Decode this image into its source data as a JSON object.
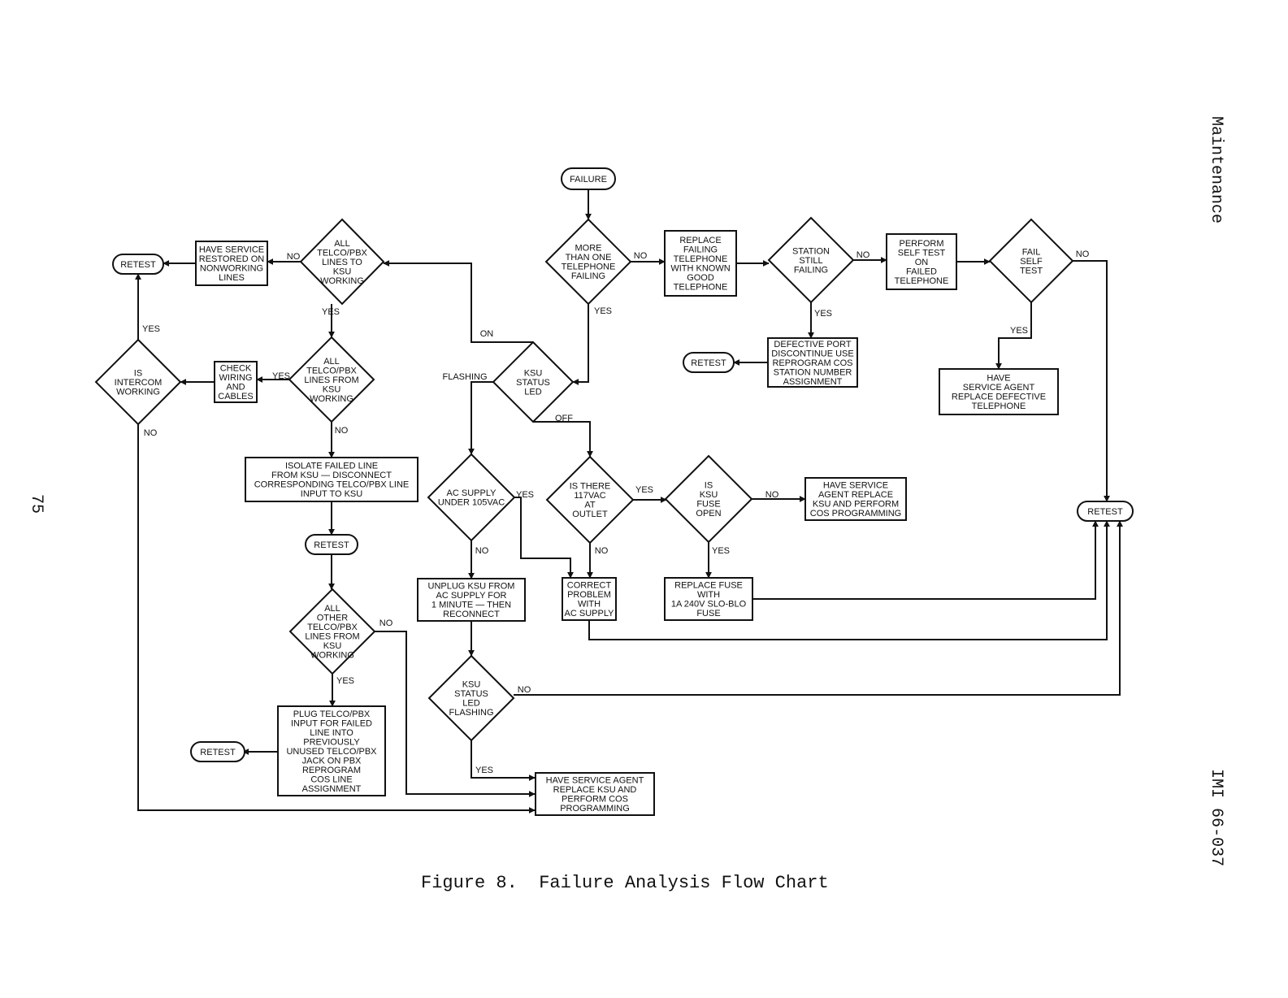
{
  "page": {
    "caption": "Figure 8.  Failure Analysis Flow Chart",
    "page_number": "75",
    "side_section": "Maintenance",
    "side_doc": "IMI 66-037"
  },
  "nodes": {
    "failure": [
      "FAILURE"
    ],
    "more_than_one": [
      "MORE",
      "THAN ONE",
      "TELEPHONE",
      "FAILING"
    ],
    "replace_failing": [
      "REPLACE",
      "FAILING",
      "TELEPHONE",
      "WITH KNOWN",
      "GOOD",
      "TELEPHONE"
    ],
    "station_still": [
      "STATION",
      "STILL",
      "FAILING"
    ],
    "perform_self_test": [
      "PERFORM",
      "SELF TEST",
      "ON",
      "FAILED",
      "TELEPHONE"
    ],
    "fail_self_test": [
      "FAIL",
      "SELF",
      "TEST"
    ],
    "defective_port": [
      "DEFECTIVE PORT",
      "DISCONTINUE USE",
      "REPROGRAM COS",
      "STATION NUMBER",
      "ASSIGNMENT"
    ],
    "retest_port": [
      "RETEST"
    ],
    "have_agent_phone": [
      "HAVE",
      "SERVICE AGENT",
      "REPLACE DEFECTIVE",
      "TELEPHONE"
    ],
    "retest_right": [
      "RETEST"
    ],
    "ksu_status_led": [
      "KSU",
      "STATUS",
      "LED"
    ],
    "all_lines_to": [
      "ALL",
      "TELCO/PBX",
      "LINES TO",
      "KSU",
      "WORKING"
    ],
    "have_service_restored": [
      "HAVE SERVICE",
      "RESTORED ON",
      "NONWORKING",
      "LINES"
    ],
    "retest_topleft": [
      "RETEST"
    ],
    "all_lines_from": [
      "ALL",
      "TELCO/PBX",
      "LINES FROM",
      "KSU",
      "WORKING"
    ],
    "check_wiring": [
      "CHECK",
      "WIRING",
      "AND",
      "CABLES"
    ],
    "intercom": [
      "IS",
      "INTERCOM",
      "WORKING"
    ],
    "isolate": [
      "ISOLATE FAILED LINE",
      "FROM KSU — DISCONNECT",
      "CORRESPONDING TELCO/PBX LINE",
      "INPUT TO KSU"
    ],
    "retest_mid": [
      "RETEST"
    ],
    "all_other": [
      "ALL",
      "OTHER",
      "TELCO/PBX",
      "LINES FROM",
      "KSU",
      "WORKING"
    ],
    "plug_telco": [
      "PLUG TELCO/PBX",
      "INPUT FOR FAILED",
      "LINE INTO",
      "PREVIOUSLY",
      "UNUSED TELCO/PBX",
      "JACK ON PBX",
      "REPROGRAM",
      "COS LINE",
      "ASSIGNMENT"
    ],
    "retest_bottom": [
      "RETEST"
    ],
    "ac_supply": [
      "AC SUPPLY",
      "UNDER 105VAC"
    ],
    "unplug": [
      "UNPLUG KSU FROM",
      "AC SUPPLY FOR",
      "1 MINUTE — THEN",
      "RECONNECT"
    ],
    "led_flashing": [
      "KSU",
      "STATUS",
      "LED",
      "FLASHING"
    ],
    "have_agent_ksu": [
      "HAVE SERVICE AGENT",
      "REPLACE KSU AND",
      "PERFORM COS",
      "PROGRAMMING"
    ],
    "is_there_117": [
      "IS THERE",
      "117VAC",
      "AT",
      "OUTLET"
    ],
    "correct_problem": [
      "CORRECT",
      "PROBLEM",
      "WITH",
      "AC SUPPLY"
    ],
    "ksu_fuse": [
      "IS",
      "KSU",
      "FUSE",
      "OPEN"
    ],
    "replace_fuse": [
      "REPLACE FUSE",
      "WITH",
      "1A 240V SLO-BLO",
      "FUSE"
    ],
    "have_agent_fuse": [
      "HAVE SERVICE",
      "AGENT REPLACE",
      "KSU AND PERFORM",
      "COS PROGRAMMING"
    ]
  },
  "edge_labels": {
    "no1": "NO",
    "yes1": "YES",
    "no2": "NO",
    "yes2": "YES",
    "no3": "NO",
    "yes3": "YES",
    "on": "ON",
    "flashing": "FLASHING",
    "off": "OFF",
    "no_to": "NO",
    "yes_to": "YES",
    "yes_from": "YES",
    "no_from": "NO",
    "yes_intercom": "YES",
    "no_intercom": "NO",
    "no_other": "NO",
    "yes_other": "YES",
    "yes_ac": "YES",
    "no_ac": "NO",
    "no_flash": "NO",
    "yes_flash": "YES",
    "yes_117": "YES",
    "no_117": "NO",
    "no_fuse": "NO",
    "yes_fuse": "YES"
  }
}
